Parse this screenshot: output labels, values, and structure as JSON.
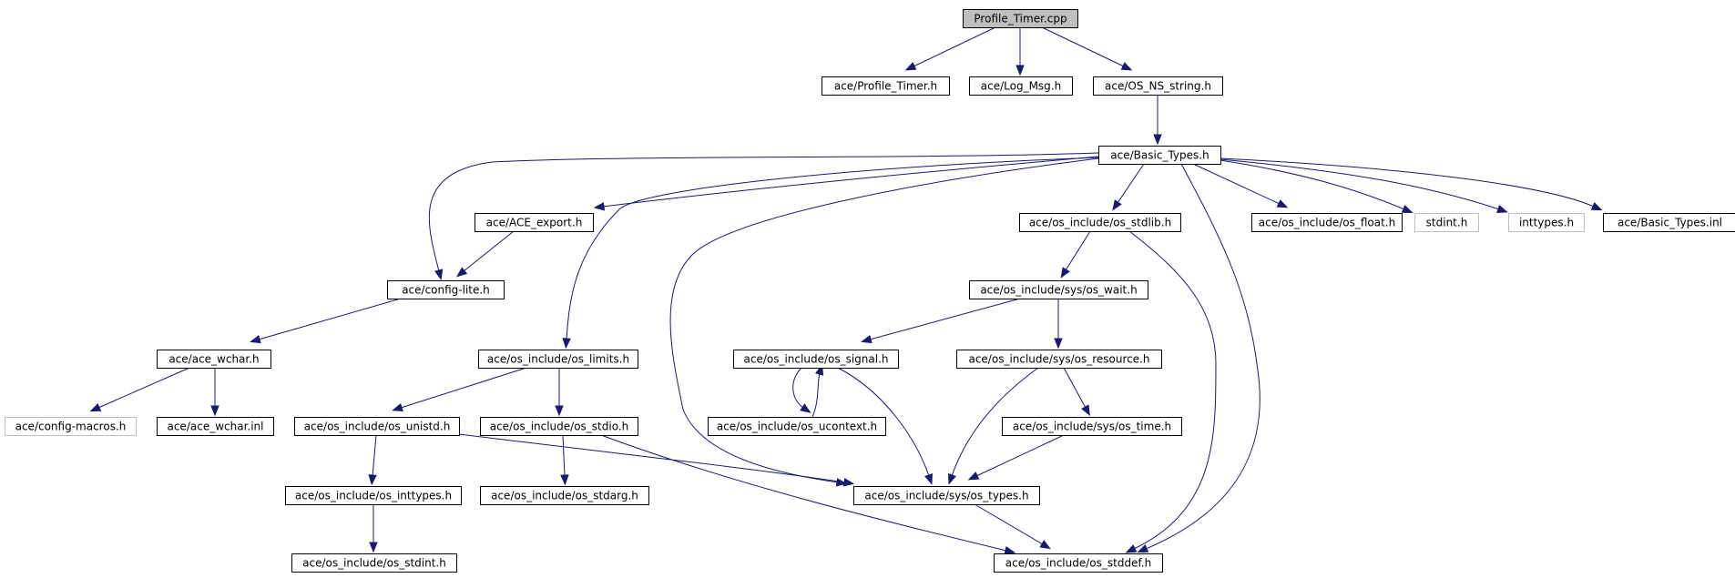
{
  "colors": {
    "edge": "#191970",
    "root_fill": "#bfbfbf",
    "node_fill": "#ffffff",
    "external_border": "#bfbfbf"
  },
  "nodes": [
    {
      "id": "profile_timer_cpp",
      "label": "Profile_Timer.cpp",
      "style": "root"
    },
    {
      "id": "ace_profile_timer_h",
      "label": "ace/Profile_Timer.h",
      "style": "normal"
    },
    {
      "id": "ace_log_msg_h",
      "label": "ace/Log_Msg.h",
      "style": "normal"
    },
    {
      "id": "ace_os_ns_string_h",
      "label": "ace/OS_NS_string.h",
      "style": "normal"
    },
    {
      "id": "ace_basic_types_h",
      "label": "ace/Basic_Types.h",
      "style": "normal"
    },
    {
      "id": "ace_ace_export_h",
      "label": "ace/ACE_export.h",
      "style": "normal"
    },
    {
      "id": "ace_os_stdlib_h",
      "label": "ace/os_include/os_stdlib.h",
      "style": "normal"
    },
    {
      "id": "ace_os_float_h",
      "label": "ace/os_include/os_float.h",
      "style": "normal"
    },
    {
      "id": "stdint_h",
      "label": "stdint.h",
      "style": "external"
    },
    {
      "id": "inttypes_h",
      "label": "inttypes.h",
      "style": "external"
    },
    {
      "id": "ace_basic_types_inl",
      "label": "ace/Basic_Types.inl",
      "style": "normal"
    },
    {
      "id": "ace_config_lite_h",
      "label": "ace/config-lite.h",
      "style": "normal"
    },
    {
      "id": "ace_sys_os_wait_h",
      "label": "ace/os_include/sys/os_wait.h",
      "style": "normal"
    },
    {
      "id": "ace_ace_wchar_h",
      "label": "ace/ace_wchar.h",
      "style": "normal"
    },
    {
      "id": "ace_os_limits_h",
      "label": "ace/os_include/os_limits.h",
      "style": "normal"
    },
    {
      "id": "ace_os_signal_h",
      "label": "ace/os_include/os_signal.h",
      "style": "normal"
    },
    {
      "id": "ace_sys_os_resource_h",
      "label": "ace/os_include/sys/os_resource.h",
      "style": "normal"
    },
    {
      "id": "ace_config_macros_h",
      "label": "ace/config-macros.h",
      "style": "external"
    },
    {
      "id": "ace_ace_wchar_inl",
      "label": "ace/ace_wchar.inl",
      "style": "normal"
    },
    {
      "id": "ace_os_unistd_h",
      "label": "ace/os_include/os_unistd.h",
      "style": "normal"
    },
    {
      "id": "ace_os_stdio_h",
      "label": "ace/os_include/os_stdio.h",
      "style": "normal"
    },
    {
      "id": "ace_os_ucontext_h",
      "label": "ace/os_include/os_ucontext.h",
      "style": "normal"
    },
    {
      "id": "ace_sys_os_time_h",
      "label": "ace/os_include/sys/os_time.h",
      "style": "normal"
    },
    {
      "id": "ace_os_inttypes_h",
      "label": "ace/os_include/os_inttypes.h",
      "style": "normal"
    },
    {
      "id": "ace_os_stdarg_h",
      "label": "ace/os_include/os_stdarg.h",
      "style": "normal"
    },
    {
      "id": "ace_sys_os_types_h",
      "label": "ace/os_include/sys/os_types.h",
      "style": "normal"
    },
    {
      "id": "ace_os_stdint_h",
      "label": "ace/os_include/os_stdint.h",
      "style": "normal"
    },
    {
      "id": "ace_os_stddef_h",
      "label": "ace/os_include/os_stddef.h",
      "style": "normal"
    }
  ],
  "edges": [
    [
      "profile_timer_cpp",
      "ace_profile_timer_h"
    ],
    [
      "profile_timer_cpp",
      "ace_log_msg_h"
    ],
    [
      "profile_timer_cpp",
      "ace_os_ns_string_h"
    ],
    [
      "ace_os_ns_string_h",
      "ace_basic_types_h"
    ],
    [
      "ace_basic_types_h",
      "ace_config_lite_h"
    ],
    [
      "ace_basic_types_h",
      "ace_ace_export_h"
    ],
    [
      "ace_basic_types_h",
      "ace_os_limits_h"
    ],
    [
      "ace_basic_types_h",
      "ace_sys_os_types_h"
    ],
    [
      "ace_basic_types_h",
      "ace_os_stdlib_h"
    ],
    [
      "ace_basic_types_h",
      "ace_os_stddef_h"
    ],
    [
      "ace_basic_types_h",
      "ace_os_float_h"
    ],
    [
      "ace_basic_types_h",
      "stdint_h"
    ],
    [
      "ace_basic_types_h",
      "inttypes_h"
    ],
    [
      "ace_basic_types_h",
      "ace_basic_types_inl"
    ],
    [
      "ace_ace_export_h",
      "ace_config_lite_h"
    ],
    [
      "ace_config_lite_h",
      "ace_ace_wchar_h"
    ],
    [
      "ace_ace_wchar_h",
      "ace_config_macros_h"
    ],
    [
      "ace_ace_wchar_h",
      "ace_ace_wchar_inl"
    ],
    [
      "ace_os_stdlib_h",
      "ace_sys_os_wait_h"
    ],
    [
      "ace_os_stdlib_h",
      "ace_os_stddef_h"
    ],
    [
      "ace_sys_os_wait_h",
      "ace_os_signal_h"
    ],
    [
      "ace_sys_os_wait_h",
      "ace_sys_os_resource_h"
    ],
    [
      "ace_os_signal_h",
      "ace_os_ucontext_h"
    ],
    [
      "ace_os_ucontext_h",
      "ace_os_signal_h"
    ],
    [
      "ace_os_signal_h",
      "ace_sys_os_types_h"
    ],
    [
      "ace_sys_os_resource_h",
      "ace_sys_os_time_h"
    ],
    [
      "ace_sys_os_resource_h",
      "ace_sys_os_types_h"
    ],
    [
      "ace_sys_os_time_h",
      "ace_sys_os_types_h"
    ],
    [
      "ace_os_limits_h",
      "ace_os_unistd_h"
    ],
    [
      "ace_os_limits_h",
      "ace_os_stdio_h"
    ],
    [
      "ace_os_unistd_h",
      "ace_os_inttypes_h"
    ],
    [
      "ace_os_unistd_h",
      "ace_sys_os_types_h"
    ],
    [
      "ace_os_inttypes_h",
      "ace_os_stdint_h"
    ],
    [
      "ace_os_stdio_h",
      "ace_os_stdarg_h"
    ],
    [
      "ace_os_stdio_h",
      "ace_os_stddef_h"
    ],
    [
      "ace_sys_os_types_h",
      "ace_os_stddef_h"
    ]
  ]
}
